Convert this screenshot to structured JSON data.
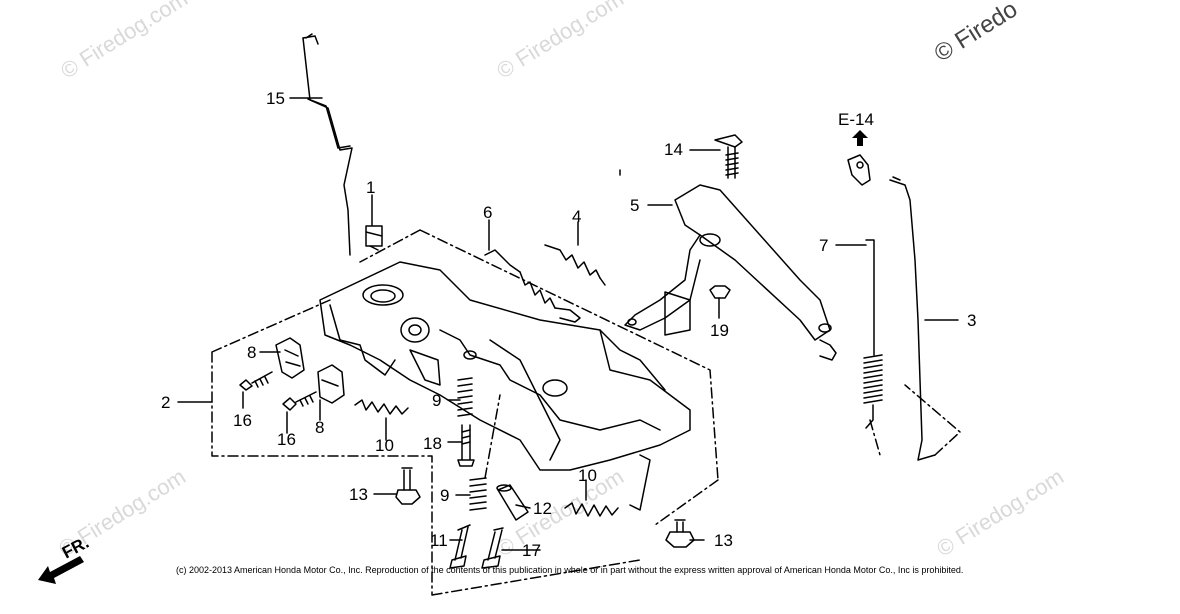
{
  "watermark": {
    "text": "© Firedog.com",
    "short": "© Firedo"
  },
  "callouts": [
    "1",
    "2",
    "3",
    "4",
    "5",
    "6",
    "7",
    "8",
    "8",
    "9",
    "9",
    "10",
    "10",
    "11",
    "12",
    "13",
    "13",
    "14",
    "15",
    "16",
    "16",
    "17",
    "18",
    "19"
  ],
  "reference": "E-14",
  "direction": "FR.",
  "copyright": "(c) 2002-2013 American Honda Motor Co., Inc. Reproduction of the contents of this publication in whole or in part without the express written approval of American Honda Motor Co., Inc is prohibited."
}
